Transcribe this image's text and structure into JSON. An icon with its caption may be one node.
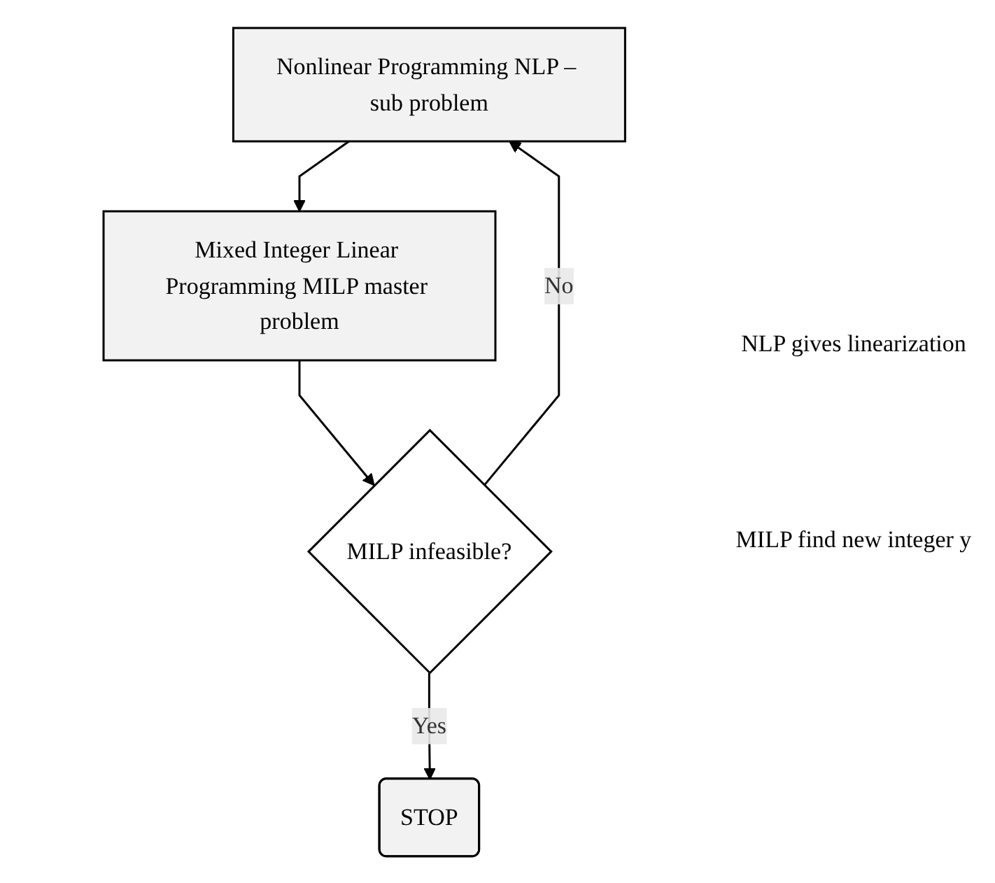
{
  "diagram": {
    "nodes": [
      {
        "text": [
          "Nonlinear Programming NLP – sub problem"
        ]
      },
      {
        "text": [
          "Mixed Integer Linear Programming MILP master problem"
        ]
      },
      {
        "text": [
          "MILP infeasible?"
        ]
      },
      {
        "text": [
          "STOP"
        ]
      }
    ],
    "edges": [
      {
        "from": 0,
        "to": 1,
        "arrow": "to"
      },
      {
        "from": 1,
        "to": 2,
        "arrow": "to"
      },
      {
        "from": 2,
        "to": 3,
        "label": "Yes",
        "arrow": "to"
      },
      {
        "from": 2,
        "to": 0,
        "label": "No",
        "arrow": "to"
      }
    ],
    "labels": [
      "NLP gives linearization",
      "MILP find new integer y"
    ]
  }
}
